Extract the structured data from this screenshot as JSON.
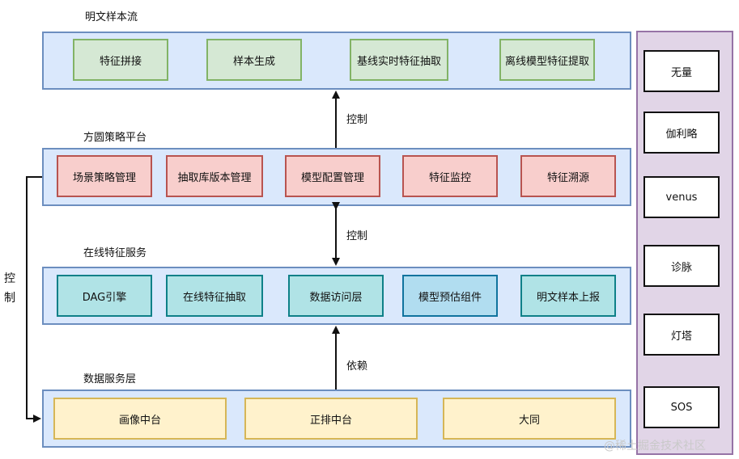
{
  "layers": {
    "sample_flow": {
      "title": "明文样本流",
      "boxes": [
        "特征拼接",
        "样本生成",
        "基线实时特征抽取",
        "离线模型特征提取"
      ]
    },
    "strategy_platform": {
      "title": "方圆策略平台",
      "boxes": [
        "场景策略管理",
        "抽取库版本管理",
        "模型配置管理",
        "特征监控",
        "特征溯源"
      ]
    },
    "online_service": {
      "title": "在线特征服务",
      "boxes": [
        "DAG引擎",
        "在线特征抽取",
        "数据访问层",
        "模型预估组件",
        "明文样本上报"
      ]
    },
    "data_service": {
      "title": "数据服务层",
      "boxes": [
        "画像中台",
        "正排中台",
        "大同"
      ]
    }
  },
  "side_panel": {
    "items": [
      "无量",
      "伽利略",
      "venus",
      "诊脉",
      "灯塔",
      "SOS"
    ]
  },
  "edges": {
    "platform_to_flow": "控制",
    "platform_to_online": "控制",
    "data_to_online": "依赖",
    "left_control": "控\n制"
  },
  "watermark": "@稀土掘金技术社区"
}
